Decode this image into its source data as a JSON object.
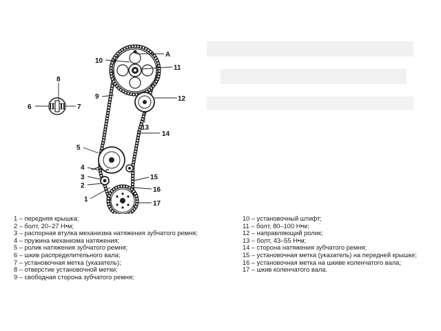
{
  "callouts": {
    "c1": "1",
    "c2": "2",
    "c3": "3",
    "c4": "4",
    "c5": "5",
    "c6": "6",
    "c7": "7",
    "c8": "8",
    "c9": "9",
    "c10": "10",
    "c11": "11",
    "c12": "12",
    "c13": "13",
    "c14": "14",
    "c15": "15",
    "c16": "16",
    "c17": "17",
    "cA": "A"
  },
  "legend_left": [
    "1 – передняя крышка;",
    "2 – болт, 20–27 Н•м;",
    "3 – распорная втулка механизма натяжения зубчатого ремня;",
    "4 – пружина механизма натяжения;",
    "5 – ролик натяжения зубчатого ремня;",
    "6 – шкив распределительного вала;",
    "7 – установочная метка (указатель);",
    "8 – отверстие установочной метки;",
    "9 – свободная сторона зубчатого ремня;"
  ],
  "legend_right": [
    "10 – установочный штифт;",
    "11 – болт, 80–100 Н•м;",
    "12 – направляющий ролик;",
    "13 – болт, 43–55 Н•м;",
    "14 – сторона натяжения зубчатого ремня;",
    "15 – установочная метка (указатель) на передней крышке;",
    "16 – установочная метка на шкиве коленчатого вала;",
    "17 – шкив коленчатого вала."
  ]
}
